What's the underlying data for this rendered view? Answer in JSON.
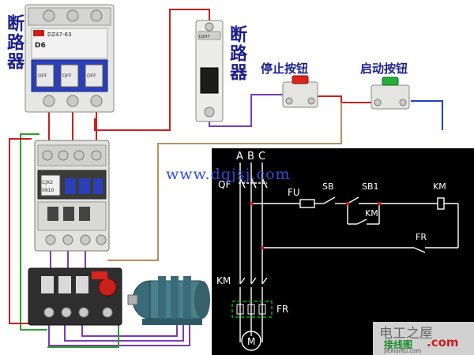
{
  "labels": {
    "breaker_left": "断路器",
    "breaker_right": "断路器",
    "stop_button": "停止按钮",
    "start_button": "启动按钮",
    "watermark": "www.dqjsj.com",
    "corner_logo_main": "电工之屋",
    "corner_logo_sub": "接线图",
    "corner_logo_domain": ".com",
    "corner_logo_url": "jiexiantu.com"
  },
  "schematic": {
    "phase_a": "A",
    "phase_b": "B",
    "phase_c": "C",
    "qf": "QF",
    "fu": "FU",
    "sb": "SB",
    "sb1": "SB1",
    "km_coil": "KM",
    "km_aux": "KM",
    "fr_contact": "FR",
    "km_main": "KM",
    "fr_thermal": "FR",
    "motor": "M"
  },
  "device_text": {
    "breaker3p_brand": "DZ47-63",
    "breaker3p_rating": "D6",
    "breaker3p_off": "OFF",
    "contactor_model": "CJX2",
    "contactor_rating": "0910",
    "breaker1p_brand": "DZ47"
  },
  "colors": {
    "schematic_bg": "#000000",
    "schematic_line": "#ffffff",
    "schematic_text": "#ffffff",
    "dashed_box": "#00c000",
    "label_blue": "#1a1f8c",
    "wire_red": "#c8201c",
    "wire_purple": "#7a3cb8",
    "wire_green": "#2aa02a",
    "wire_blue": "#2040c0",
    "wire_tan": "#b89060",
    "motor_body": "#4a7f8c"
  }
}
